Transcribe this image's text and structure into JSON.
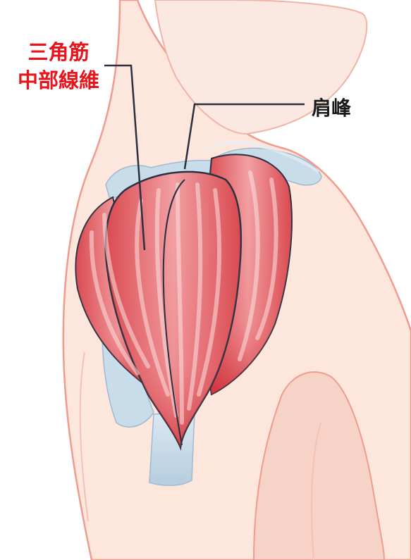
{
  "labels": {
    "deltoid_middle": {
      "line1": "三角筋",
      "line2": "中部線維"
    },
    "acromion": "肩峰"
  },
  "colors": {
    "label_red": "#e8141b",
    "label_black": "#1a1a1a",
    "skin_fill": "#fde6dc",
    "skin_outline": "#ef9c8f",
    "muscle_fill": "#e9707a",
    "muscle_dark": "#d23a42",
    "bone_fill": "#c9dcea",
    "leader_line": "#2a3040"
  }
}
